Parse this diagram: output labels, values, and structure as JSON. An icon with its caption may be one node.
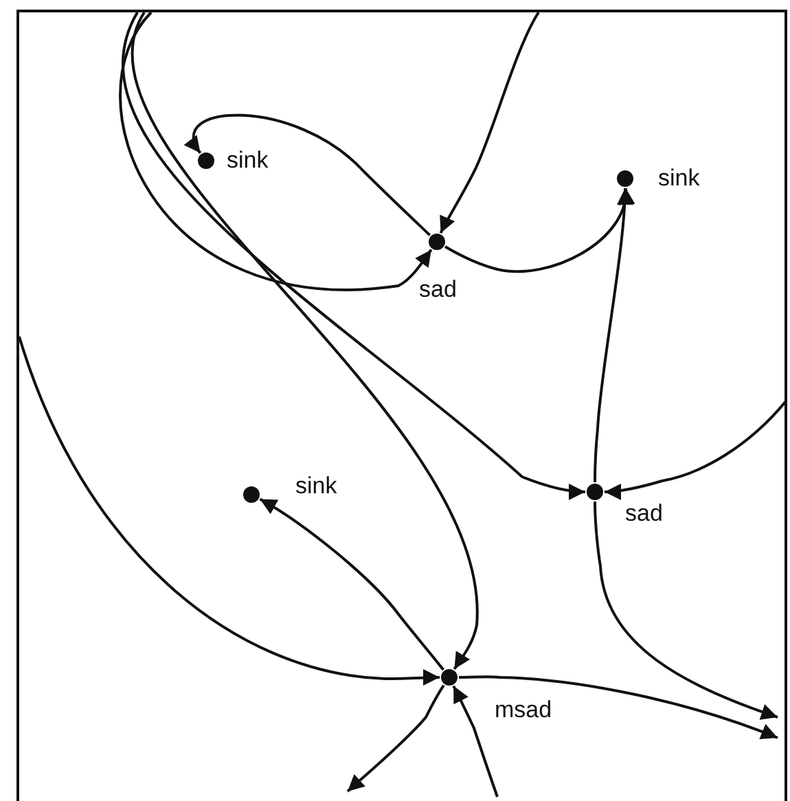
{
  "diagram": {
    "nodes": [
      {
        "text": [
          "sink"
        ]
      },
      {
        "text": [
          "sad"
        ]
      },
      {
        "text": [
          "sink"
        ]
      },
      {
        "text": [
          "sink"
        ]
      },
      {
        "text": [
          "sad"
        ]
      },
      {
        "text": [
          "msad"
        ]
      }
    ],
    "edges": [
      {
        "from": 1,
        "to": 0,
        "arrow": "to"
      },
      {
        "from": null,
        "to": 1,
        "arrow": "to"
      },
      {
        "from": 1,
        "to": 2,
        "arrow": "to"
      },
      {
        "from": null,
        "to": 1,
        "arrow": "to"
      },
      {
        "from": null,
        "to": 4,
        "arrow": "to"
      },
      {
        "from": null,
        "to": 4,
        "arrow": "to"
      },
      {
        "from": 4,
        "to": 2,
        "arrow": "to"
      },
      {
        "from": 4,
        "to": null,
        "arrow": "to"
      },
      {
        "from": null,
        "to": 5,
        "arrow": "to"
      },
      {
        "from": 5,
        "to": 3,
        "arrow": "to"
      },
      {
        "from": null,
        "to": 5,
        "arrow": "to"
      },
      {
        "from": 5,
        "to": null,
        "arrow": "to"
      },
      {
        "from": 5,
        "to": null,
        "arrow": "to"
      },
      {
        "from": null,
        "to": 5,
        "arrow": "to"
      }
    ]
  }
}
